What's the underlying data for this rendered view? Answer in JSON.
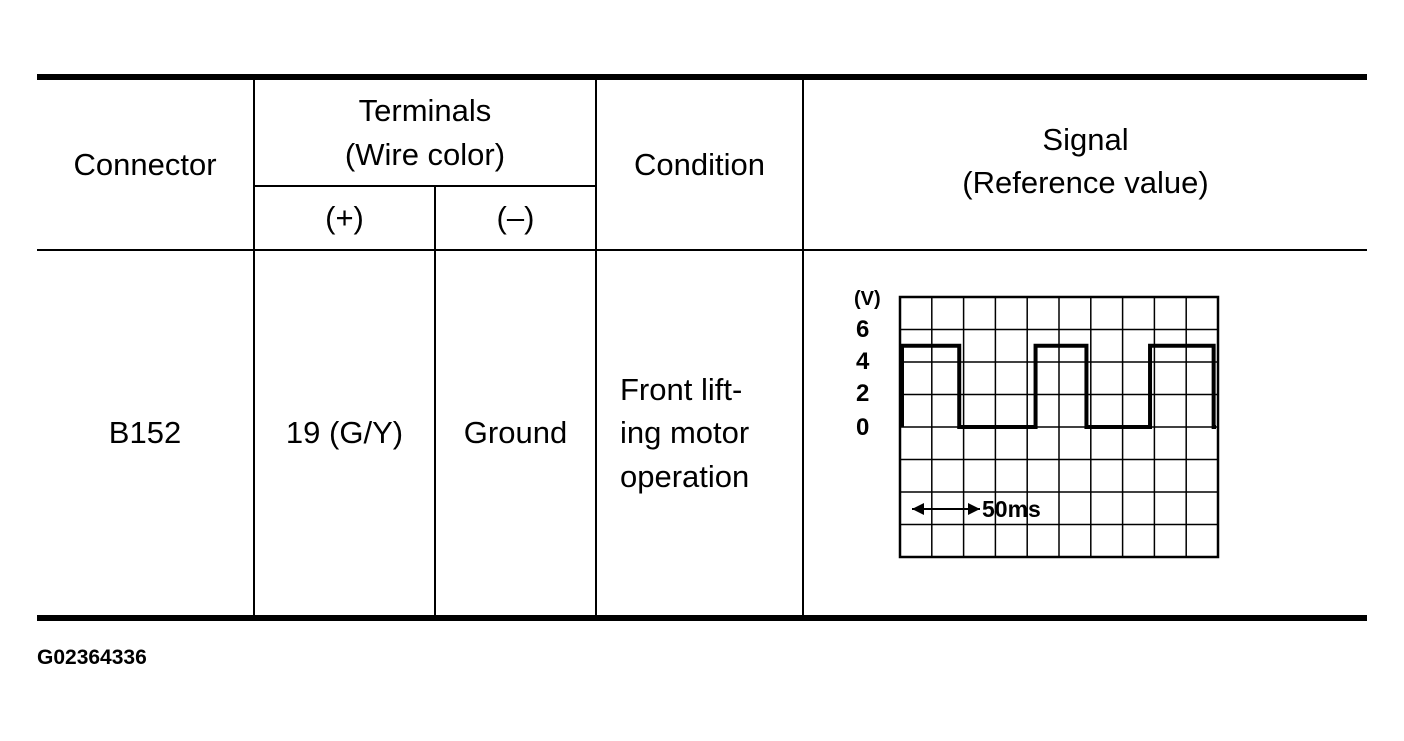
{
  "table": {
    "headers": {
      "connector": "Connector",
      "terminals_line1": "Terminals",
      "terminals_line2": "(Wire color)",
      "plus": "(+)",
      "minus": "(–)",
      "condition": "Condition",
      "signal_line1": "Signal",
      "signal_line2": "(Reference value)"
    },
    "row": {
      "connector": "B152",
      "plus": "19 (G/Y)",
      "minus": "Ground",
      "condition_line1": "Front lift-",
      "condition_line2": "ing motor",
      "condition_line3": "operation"
    }
  },
  "scope": {
    "unit_label": "(V)",
    "y_ticks": [
      "6",
      "4",
      "2",
      "0"
    ],
    "time_label": "50ms",
    "grid_divisions_x": 10,
    "grid_divisions_y": 8,
    "volts_per_division": 2,
    "ms_per_division": 50,
    "signal_low_v": 0,
    "signal_high_v": 5,
    "waveform_edges_ms": [
      0,
      90,
      210,
      290,
      390,
      490
    ],
    "waveform_start_level": "high",
    "trace_color": "#000000"
  },
  "figure_id": "G02364336"
}
